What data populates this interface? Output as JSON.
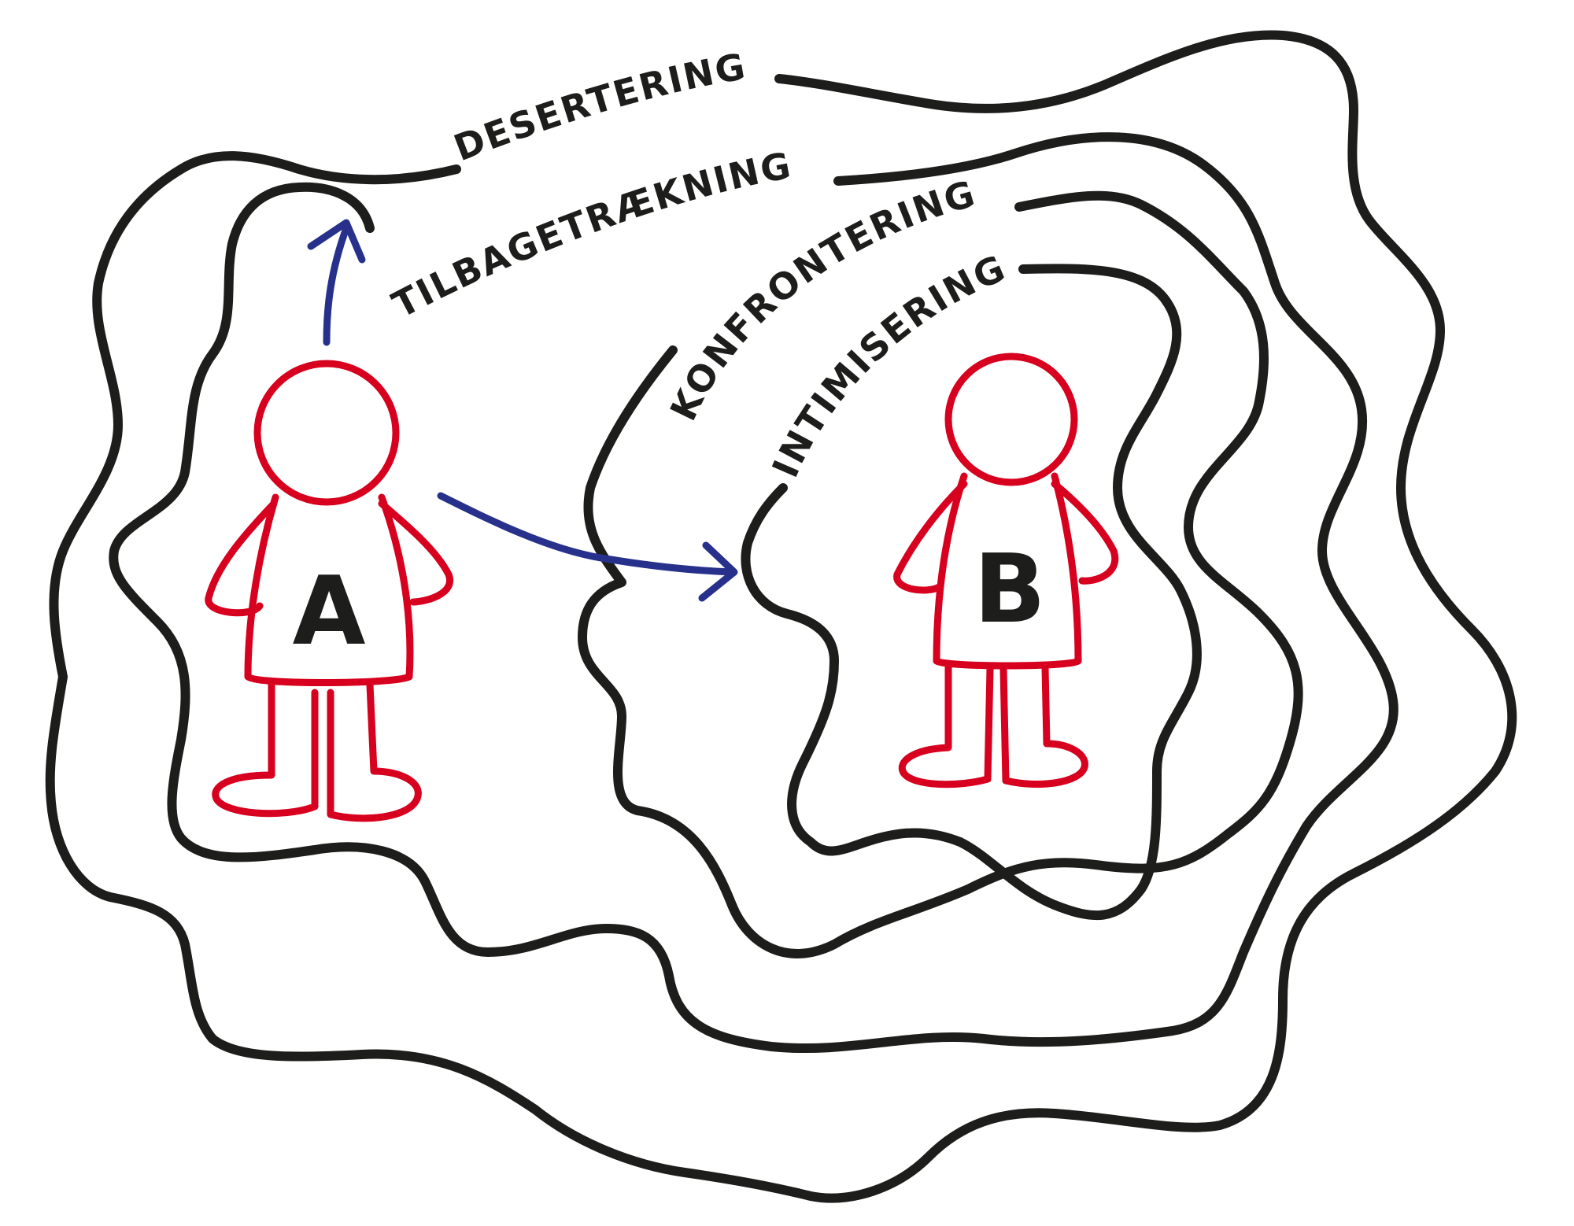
{
  "colors": {
    "ring": "#1d1d1b",
    "person": "#d7001e",
    "arrow": "#27318b",
    "background": "#ffffff"
  },
  "zones": [
    {
      "id": "desertering",
      "label": "DESERTERING"
    },
    {
      "id": "tilbagetraekning",
      "label": "TILBAGETRÆKNING"
    },
    {
      "id": "konfrontering",
      "label": "KONFRONTERING"
    },
    {
      "id": "intimisering",
      "label": "INTIMISERING"
    }
  ],
  "persons": [
    {
      "id": "a",
      "label": "A"
    },
    {
      "id": "b",
      "label": "B"
    }
  ]
}
